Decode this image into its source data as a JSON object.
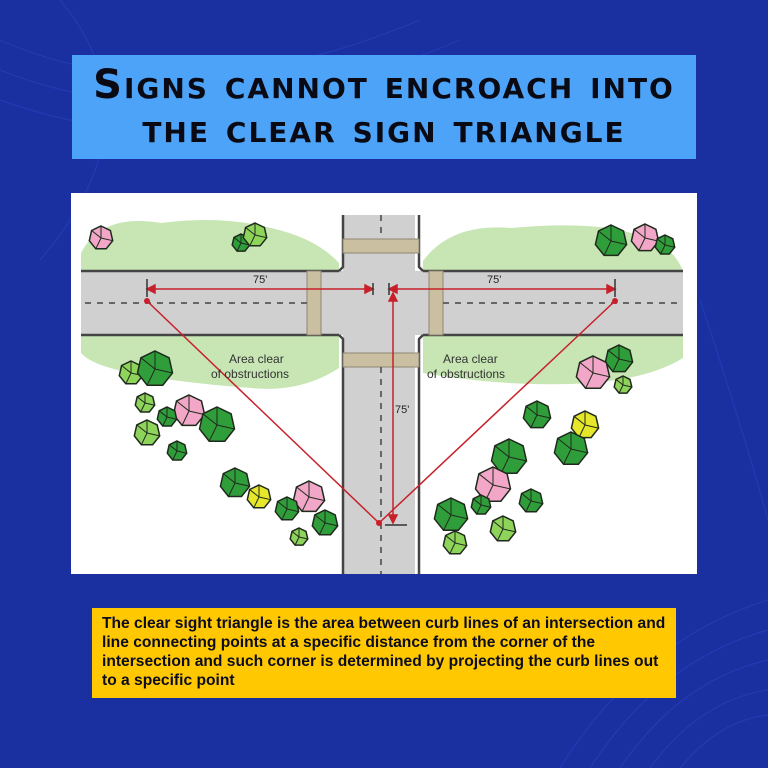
{
  "title": {
    "line1": "Signs cannot encroach into",
    "line2": "the clear sign triangle"
  },
  "diagram": {
    "dim_left": "75'",
    "dim_right": "75'",
    "dim_vertical": "75'",
    "area_left_line1": "Area clear",
    "area_left_line2": "of obstructions",
    "area_right_line1": "Area clear",
    "area_right_line2": "of obstructions"
  },
  "caption": "The clear sight triangle is the area between curb lines of an intersection and line connecting points at a specific distance from the corner of the intersection and such corner is determined by projecting the curb lines out to a specific point",
  "colors": {
    "background": "#1a2fa0",
    "title_box": "#4da3f7",
    "caption_box": "#ffc800",
    "road": "#d0d0d0",
    "grass": "#c7e6b4",
    "crosswalk": "#cbbfa2",
    "sight_line": "#c8202a"
  }
}
